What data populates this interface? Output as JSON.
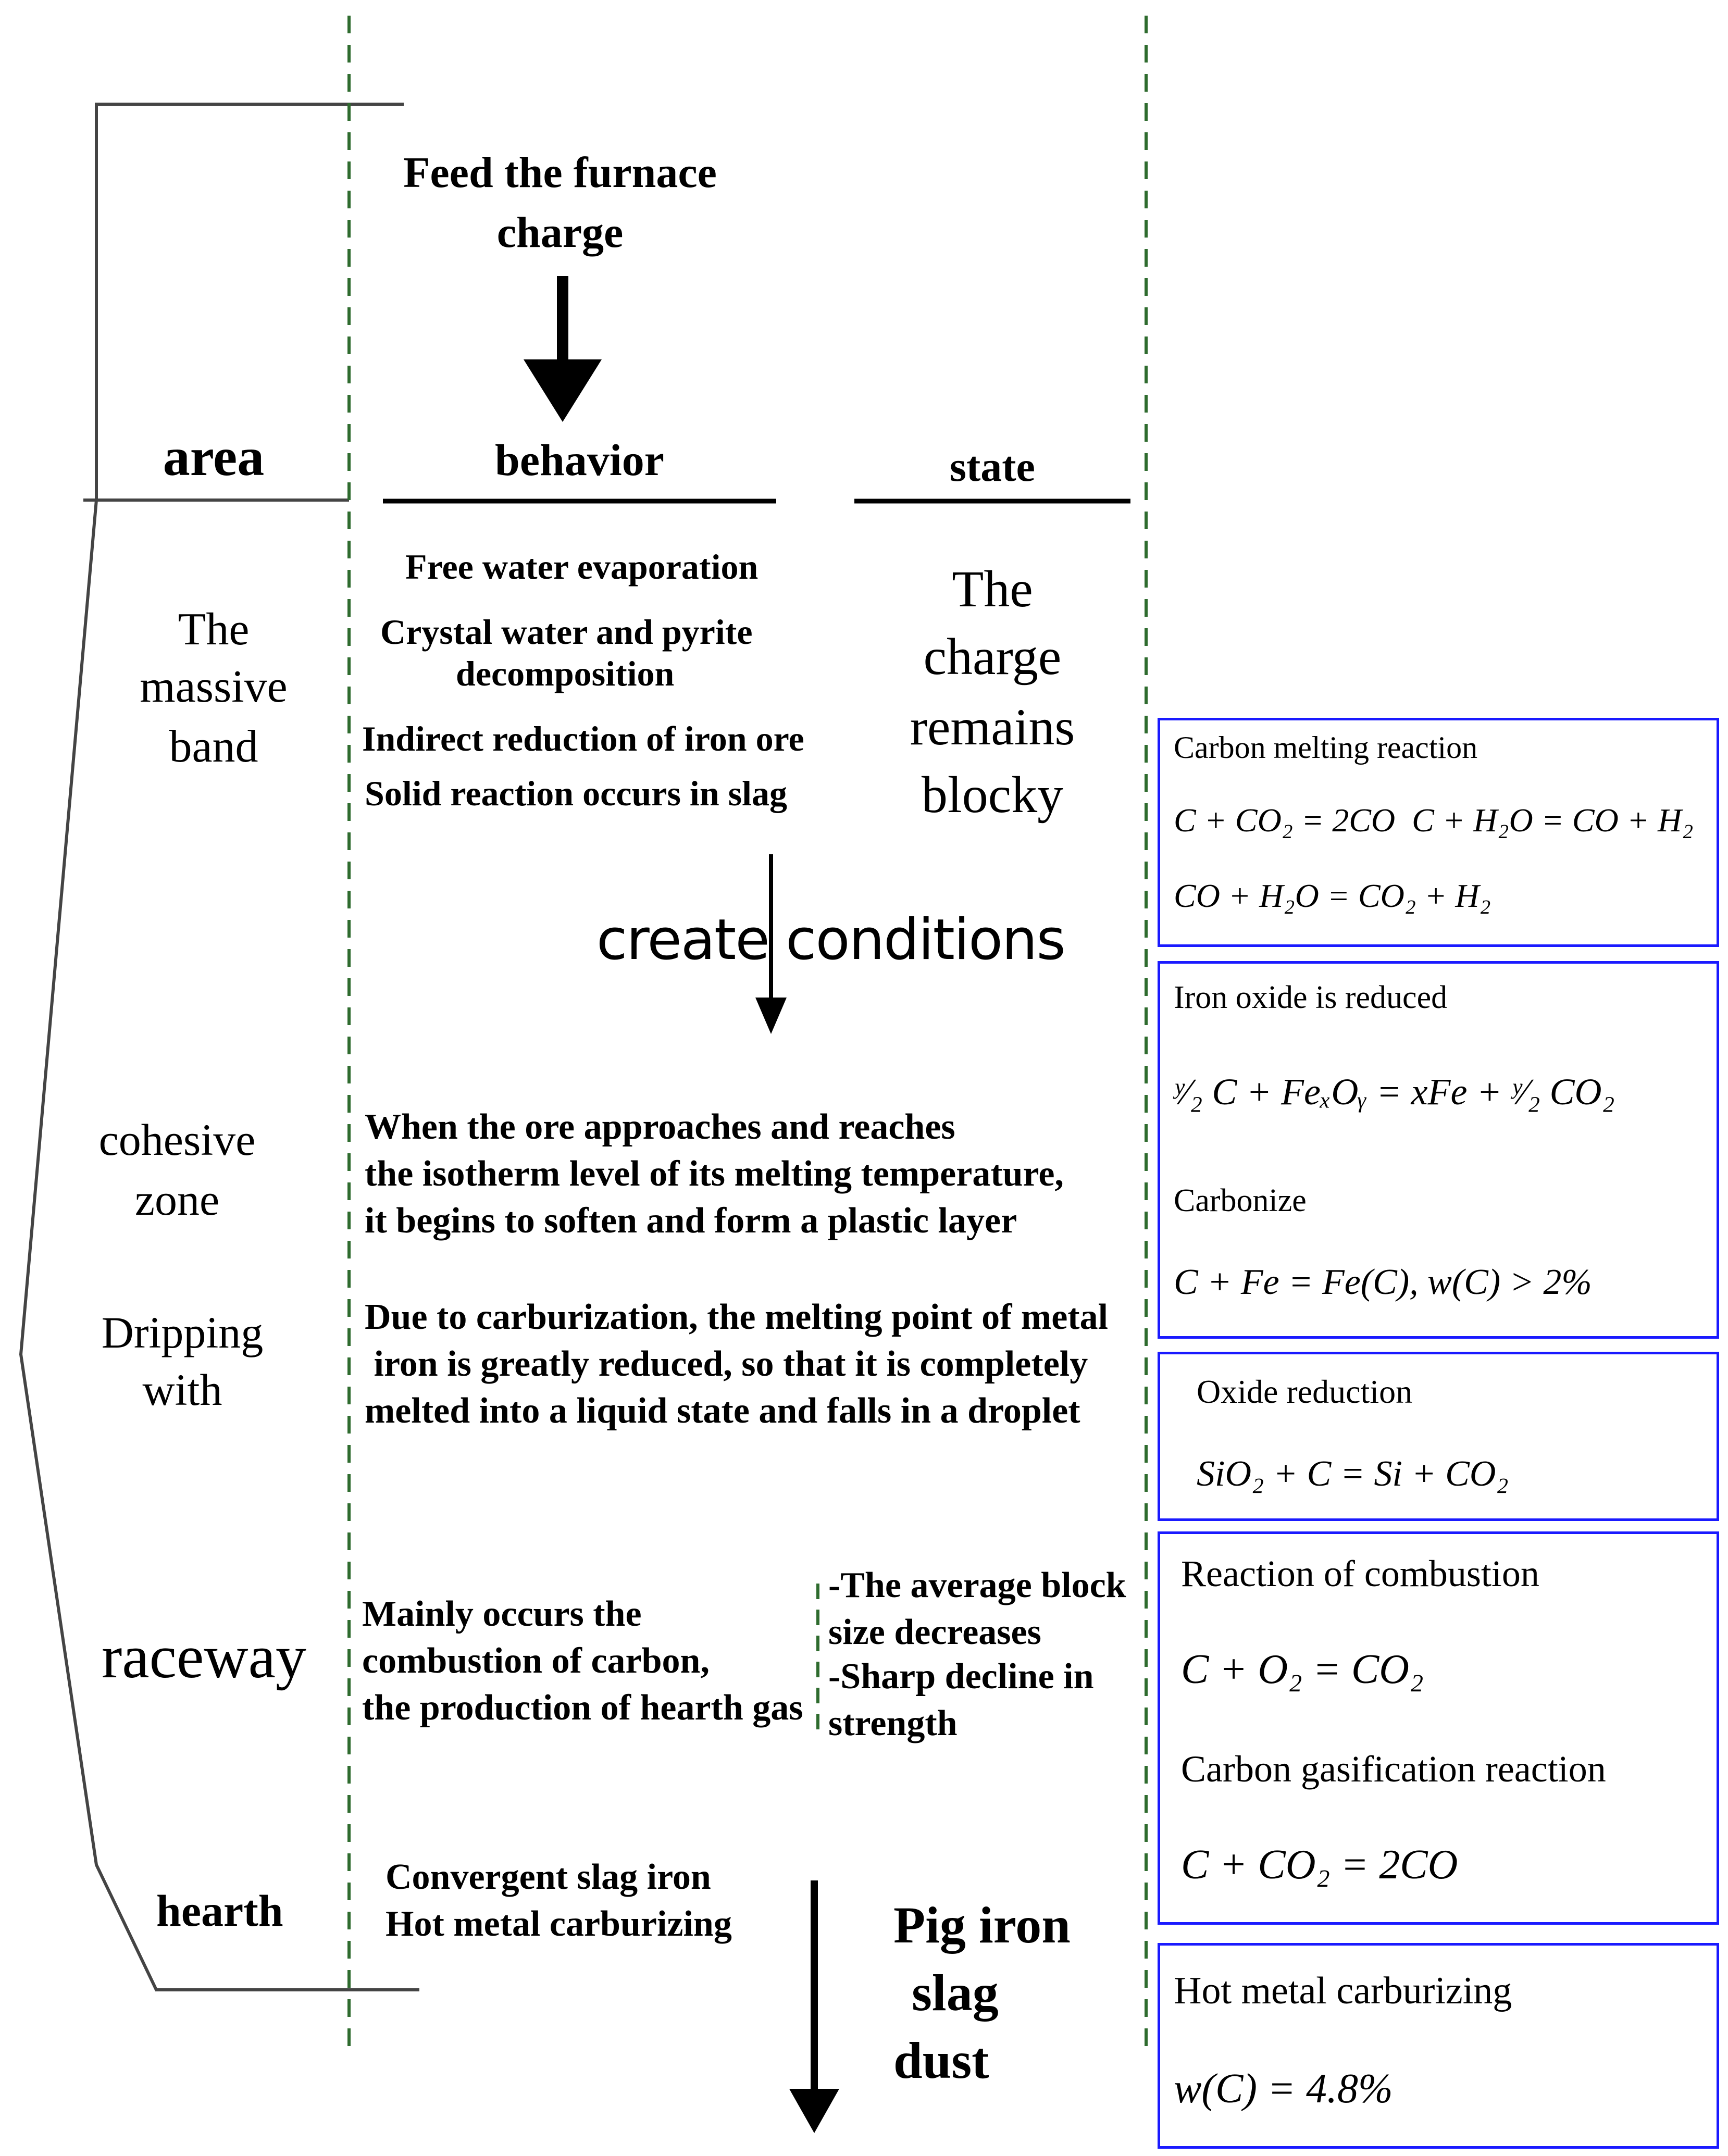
{
  "colors": {
    "box_border": "#1a1aff",
    "divider": "#2e6b2e",
    "ink": "#000000"
  },
  "top": {
    "feed_line1": "Feed the furnace",
    "feed_line2": "charge"
  },
  "header": {
    "area": "area",
    "behavior": "behavior",
    "state": "state"
  },
  "zones": {
    "massive": {
      "area": [
        "The",
        "massive",
        "band"
      ],
      "behavior": [
        "Free water evaporation",
        "Crystal water and pyrite",
        "decomposition",
        "Indirect reduction of iron ore",
        "Solid reaction occurs in slag"
      ],
      "state": [
        "The",
        "charge",
        "remains",
        "blocky"
      ]
    },
    "create": "create conditions",
    "cohesive": {
      "area": [
        "cohesive",
        "zone"
      ],
      "behavior": [
        "When the ore approaches and reaches",
        "the isotherm level of its melting temperature,",
        "it begins to soften and form a plastic layer"
      ]
    },
    "dripping": {
      "area": [
        "Dripping",
        "with"
      ],
      "behavior": [
        "Due to carburization, the melting point of metal",
        " iron is greatly reduced, so that it is completely",
        "melted into a liquid state and falls in a droplet"
      ]
    },
    "raceway": {
      "area": "raceway",
      "behavior": [
        "Mainly occurs the",
        "combustion of carbon,",
        "the production of hearth gas"
      ],
      "state": [
        "-The average block",
        "size decreases",
        "-Sharp decline in",
        "strength"
      ]
    },
    "hearth": {
      "area": "hearth",
      "behavior": [
        "Convergent slag iron",
        "Hot metal carburizing"
      ],
      "outputs": [
        "Pig iron",
        "slag",
        "dust"
      ]
    }
  },
  "boxes": [
    {
      "lines": [
        "Carbon melting reaction",
        "C + CO₂ = 2CO  C + H₂O = CO + H₂",
        "CO + H₂O = CO₂ + H₂"
      ]
    },
    {
      "lines": [
        "Iron oxide is reduced",
        "ʸ⁄₂ C + FeₓOᵧ = xFe + ʸ⁄₂ CO₂",
        "Carbonize",
        "C + Fe = Fe(C), w(C) > 2%"
      ]
    },
    {
      "lines": [
        "Oxide reduction",
        "SiO₂ + C = Si + CO₂"
      ]
    },
    {
      "lines": [
        "Reaction of combustion",
        "C + O₂ = CO₂",
        "Carbon gasification reaction",
        "C + CO₂ = 2CO"
      ]
    },
    {
      "lines": [
        "Hot metal carburizing",
        "w(C) = 4.8%"
      ]
    }
  ]
}
